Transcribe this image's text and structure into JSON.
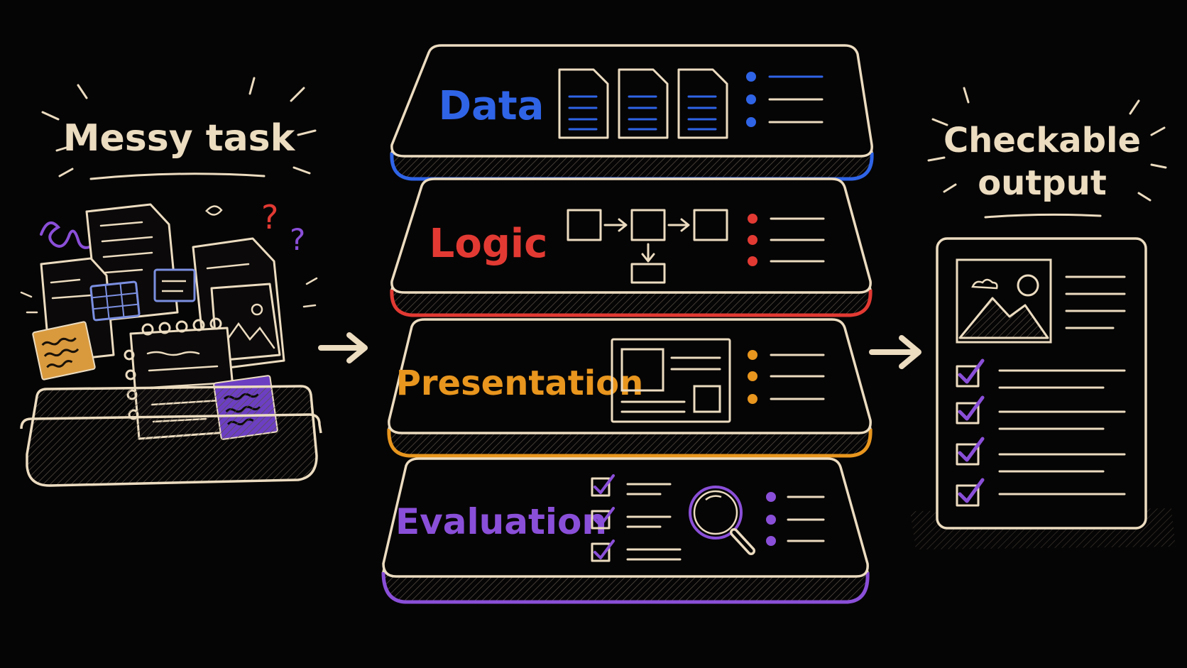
{
  "left": {
    "title": "Messy task"
  },
  "right": {
    "title_line1": "Checkable",
    "title_line2": "output"
  },
  "layers": [
    {
      "label": "Data",
      "color": "#2f64e6"
    },
    {
      "label": "Logic",
      "color": "#e23a33"
    },
    {
      "label": "Presentation",
      "color": "#e8961e"
    },
    {
      "label": "Evaluation",
      "color": "#8a4fd8"
    }
  ],
  "colors": {
    "background": "#060505",
    "chalk": "#ecdcc0",
    "amber_note": "#d99a3e",
    "purple_note": "#6c3fc2"
  },
  "icons": [
    "question-mark-icon",
    "scribble-icon",
    "document-icon",
    "flowchart-icon",
    "layout-icon",
    "checkbox-icon",
    "magnifier-icon",
    "image-icon",
    "arrow-right-icon"
  ]
}
